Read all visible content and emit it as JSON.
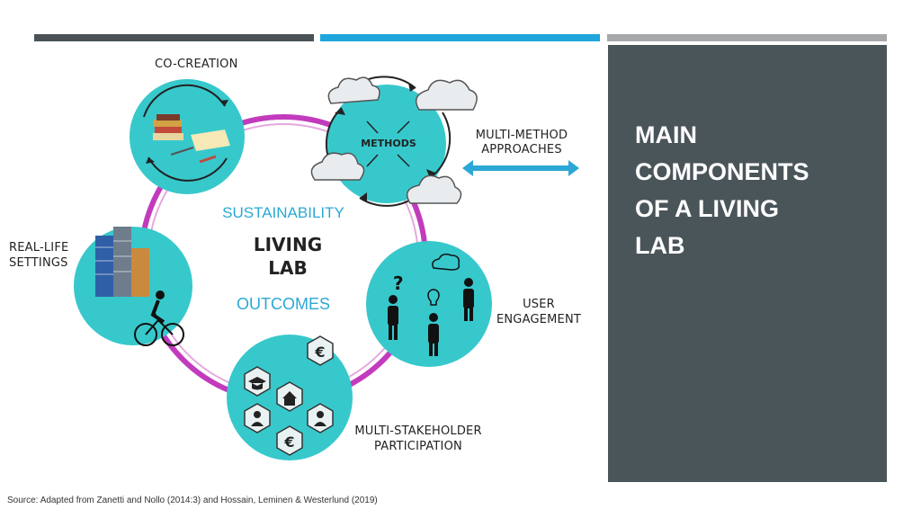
{
  "header_bars": {
    "colors": [
      "#4a5257",
      "#1ea6dd",
      "#a6a8aa"
    ]
  },
  "panel": {
    "title_lines": [
      "MAIN",
      "COMPONENTS",
      "OF A LIVING",
      "LAB"
    ],
    "background": "#4a555a"
  },
  "diagram": {
    "center": {
      "sustainability": "SUSTAINABILITY",
      "living": "LIVING",
      "lab": "LAB",
      "outcomes": "OUTCOMES"
    },
    "components": {
      "co_creation": "CO-CREATION",
      "methods": "METHODS",
      "multi_method": [
        "MULTI-METHOD",
        "APPROACHES"
      ],
      "real_life": [
        "REAL-LIFE",
        "SETTINGS"
      ],
      "user_engagement": [
        "USER",
        "ENGAGEMENT"
      ],
      "multi_stakeholder": [
        "MULTI-STAKEHOLDER",
        "PARTICIPATION"
      ]
    },
    "symbols": {
      "euro": "€",
      "question": "?"
    },
    "colors": {
      "teal": "#37c8cc",
      "ring": "#c23bbd",
      "accent": "#2ba8d6"
    }
  },
  "source": "Source: Adapted from Zanetti and Nollo (2014:3) and Hossain, Leminen & Westerlund (2019)"
}
